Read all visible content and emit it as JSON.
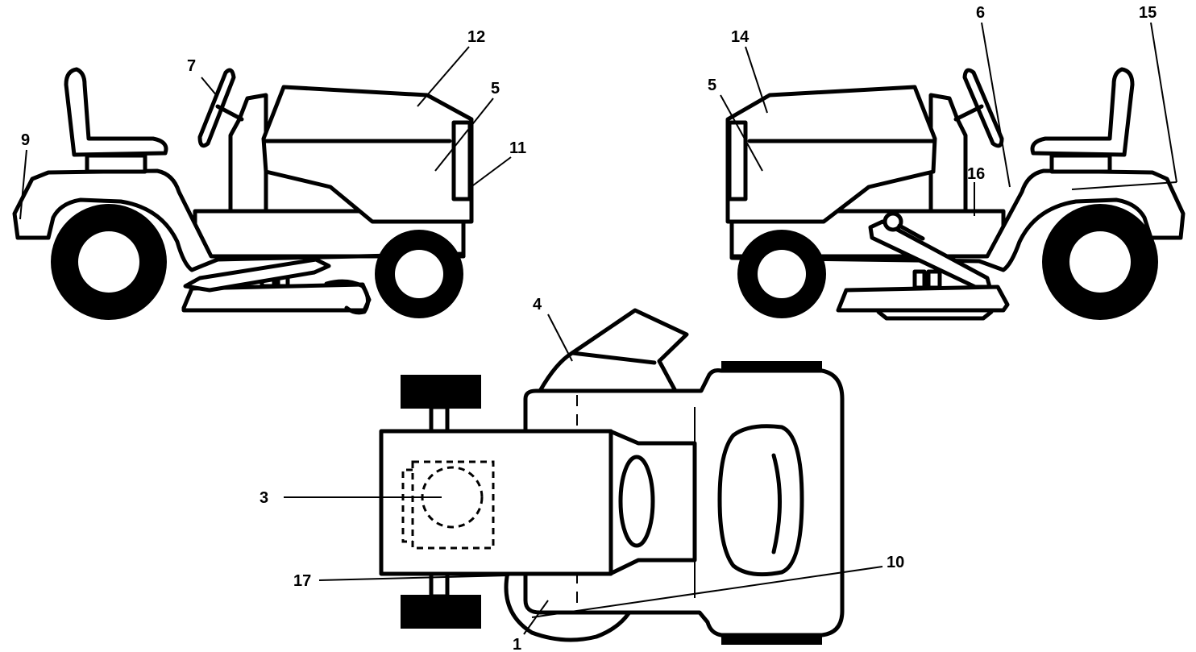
{
  "labels": {
    "left_view": {
      "l7": "7",
      "l12": "12",
      "l5": "5",
      "l11": "11",
      "l9": "9"
    },
    "right_view": {
      "l14": "14",
      "l5": "5",
      "l6": "6",
      "l15": "15",
      "l16": "16"
    },
    "top_view": {
      "l4": "4",
      "l3": "3",
      "l17": "17",
      "l10": "10",
      "l1": "1"
    }
  },
  "colors": {
    "stroke": "#000000",
    "background": "#ffffff"
  }
}
